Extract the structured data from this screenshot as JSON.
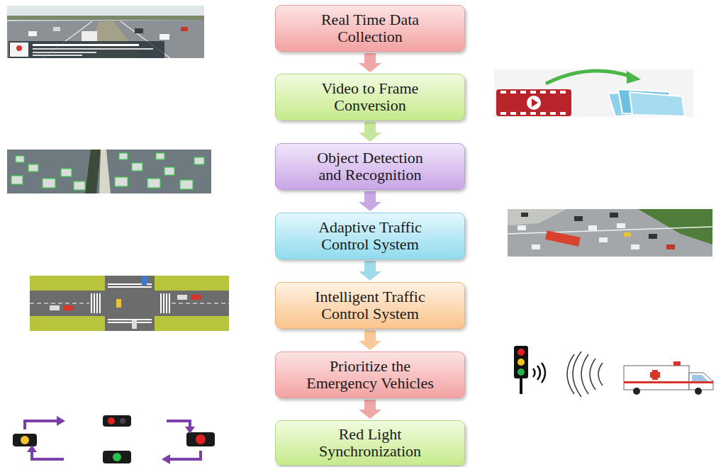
{
  "diagram": {
    "nodes": [
      {
        "text": [
          "Real Time Data Collection"
        ]
      },
      {
        "text": [
          "Video to Frame Conversion"
        ]
      },
      {
        "text": [
          "Object Detection and Recognition"
        ]
      },
      {
        "text": [
          "Adaptive Traffic Control System"
        ]
      },
      {
        "text": [
          "Intelligent Traffic Control System"
        ]
      },
      {
        "text": [
          "Prioritize the Emergency Vehicles"
        ]
      },
      {
        "text": [
          "Red Light Synchronization"
        ]
      }
    ],
    "edges": [
      {
        "from": 0,
        "to": 1,
        "arrow": "to"
      },
      {
        "from": 1,
        "to": 2,
        "arrow": "to"
      },
      {
        "from": 2,
        "to": 3,
        "arrow": "to"
      },
      {
        "from": 3,
        "to": 4,
        "arrow": "to"
      },
      {
        "from": 4,
        "to": 5,
        "arrow": "to"
      },
      {
        "from": 5,
        "to": 6,
        "arrow": "to"
      }
    ]
  }
}
